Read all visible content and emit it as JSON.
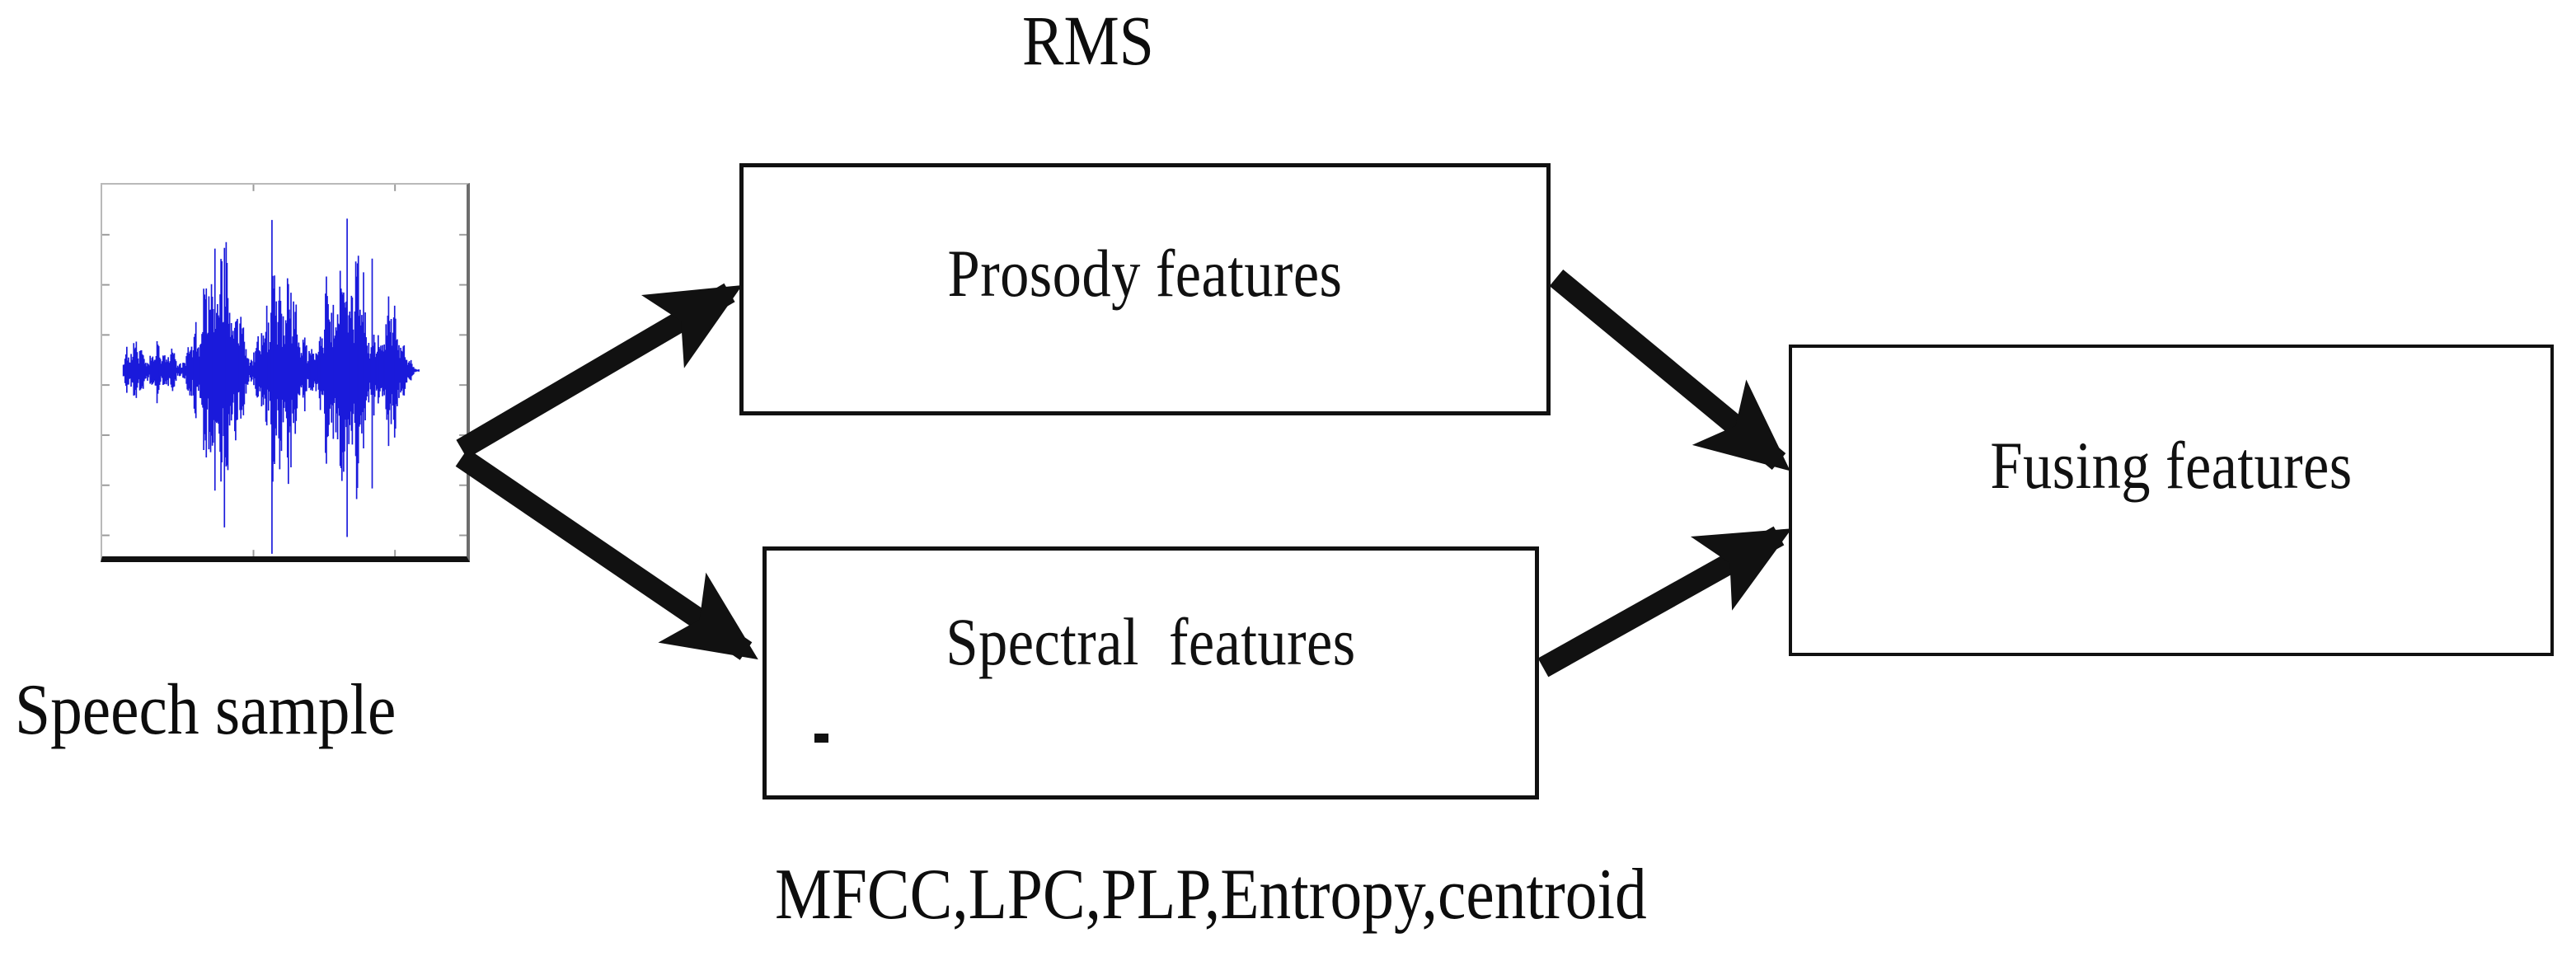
{
  "diagram": {
    "title": "Speech feature extraction and fusion block diagram",
    "background_color": "#ffffff",
    "stroke_color": "#111111",
    "waveform_color": "#1a1adb"
  },
  "source": {
    "waveform_label": "Speech sample",
    "waveform_icon": "audio-waveform-icon",
    "panel_border_color": "#b9b9b9"
  },
  "annotations": {
    "prosody_note": "RMS",
    "spectral_note": "MFCC,LPC,PLP,Entropy,centroid"
  },
  "boxes": [
    {
      "id": "prosody",
      "label": "Prosody features"
    },
    {
      "id": "spectral",
      "label": "Spectral  features"
    },
    {
      "id": "fusing",
      "label": "Fusing features"
    }
  ],
  "arrows": [
    {
      "id": "speech-to-prosody",
      "from": "Speech sample",
      "to": "Prosody features"
    },
    {
      "id": "speech-to-spectral",
      "from": "Speech sample",
      "to": "Spectral  features"
    },
    {
      "id": "prosody-to-fusing",
      "from": "Prosody features",
      "to": "Fusing features"
    },
    {
      "id": "spectral-to-fusing",
      "from": "Spectral  features",
      "to": "Fusing features"
    }
  ],
  "chart_data": {
    "type": "line",
    "title": "Speech sample",
    "xlabel": "",
    "ylabel": "",
    "series": [
      {
        "name": "amplitude",
        "description": "Time-domain speech waveform, four voiced bursts of increasing energy",
        "color": "#1a1adb"
      }
    ],
    "grid": false,
    "legend": "none"
  }
}
